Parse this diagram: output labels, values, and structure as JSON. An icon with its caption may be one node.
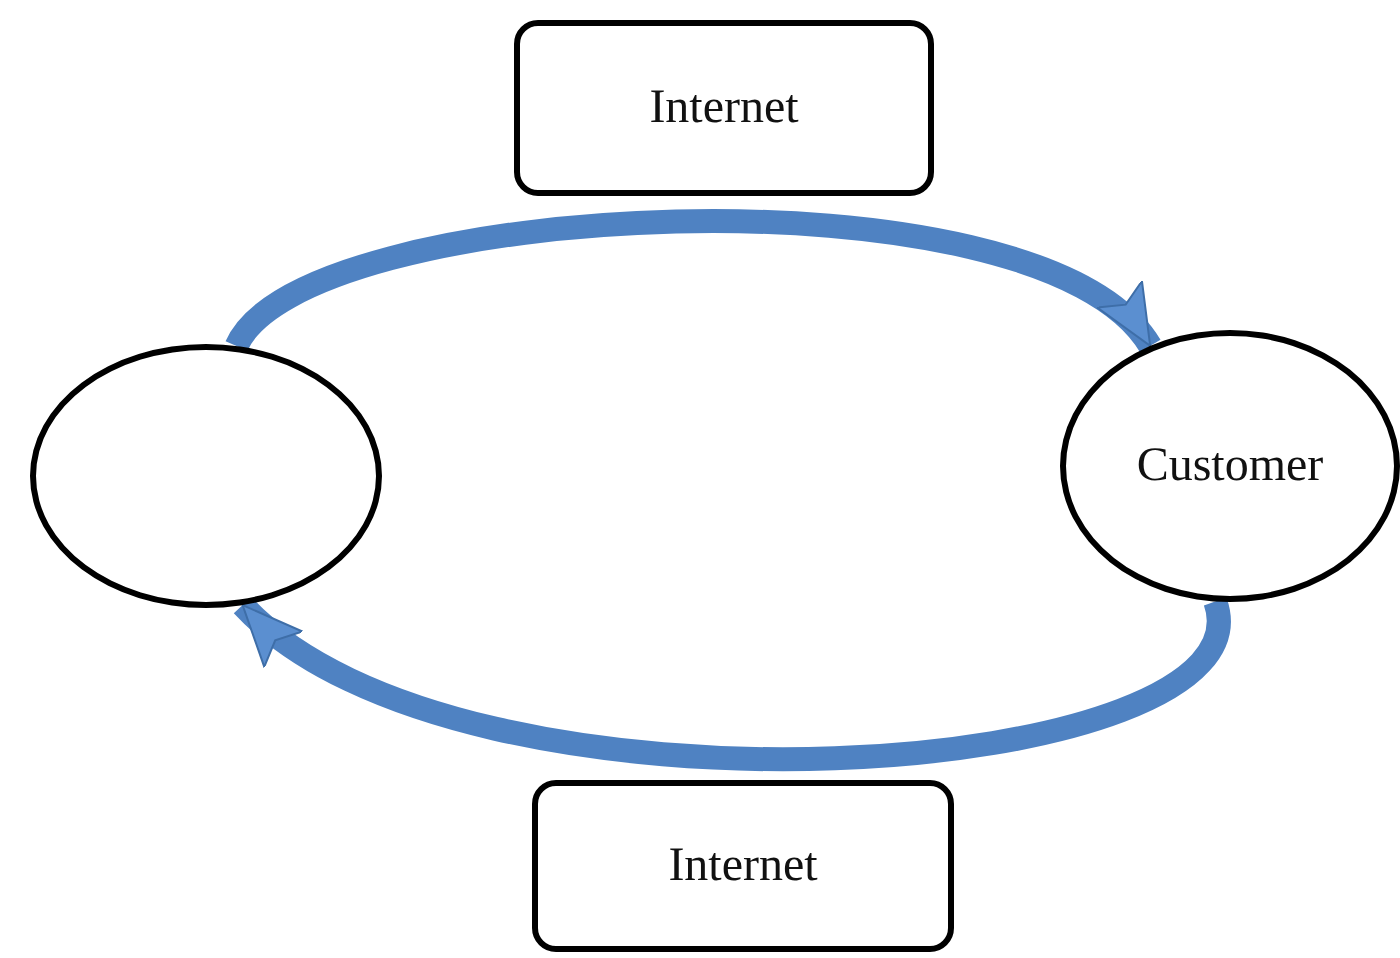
{
  "diagram": {
    "nodes": [
      {
        "text": [
          "Internet"
        ]
      },
      {
        "text": [],
        "shape": "circle"
      },
      {
        "text": [
          "Customer"
        ]
      },
      {
        "text": [
          "Internet"
        ]
      }
    ],
    "edges": [
      {
        "from": 1,
        "to": 2,
        "arrow": "to"
      },
      {
        "from": 2,
        "to": 1,
        "arrow": "to"
      }
    ]
  }
}
